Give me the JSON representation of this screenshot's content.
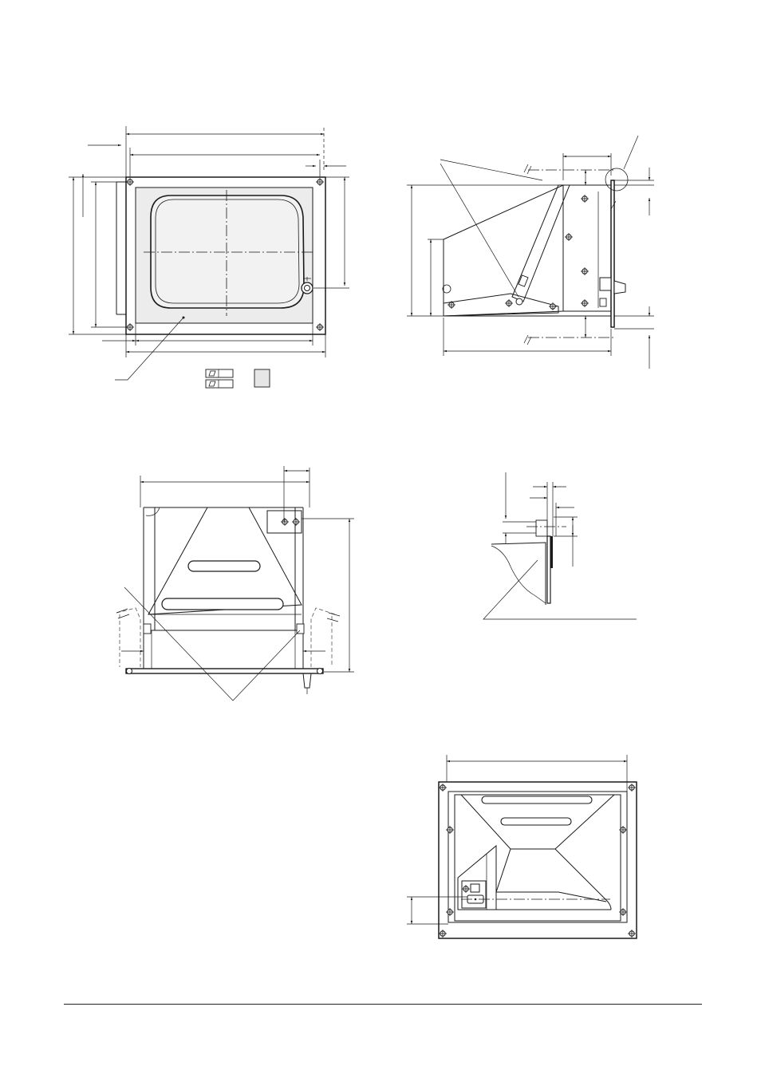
{
  "document": {
    "views": [
      {
        "id": "front-view",
        "description_visible_text": ""
      },
      {
        "id": "side-view",
        "description_visible_text": ""
      },
      {
        "id": "top-view",
        "description_visible_text": ""
      },
      {
        "id": "detail-view",
        "description_visible_text": ""
      },
      {
        "id": "rear-view",
        "description_visible_text": ""
      }
    ],
    "colors": {
      "line": "#1a1a1a",
      "panel_fill": "#ececec",
      "legend_fill": "#e6e6e6"
    }
  }
}
